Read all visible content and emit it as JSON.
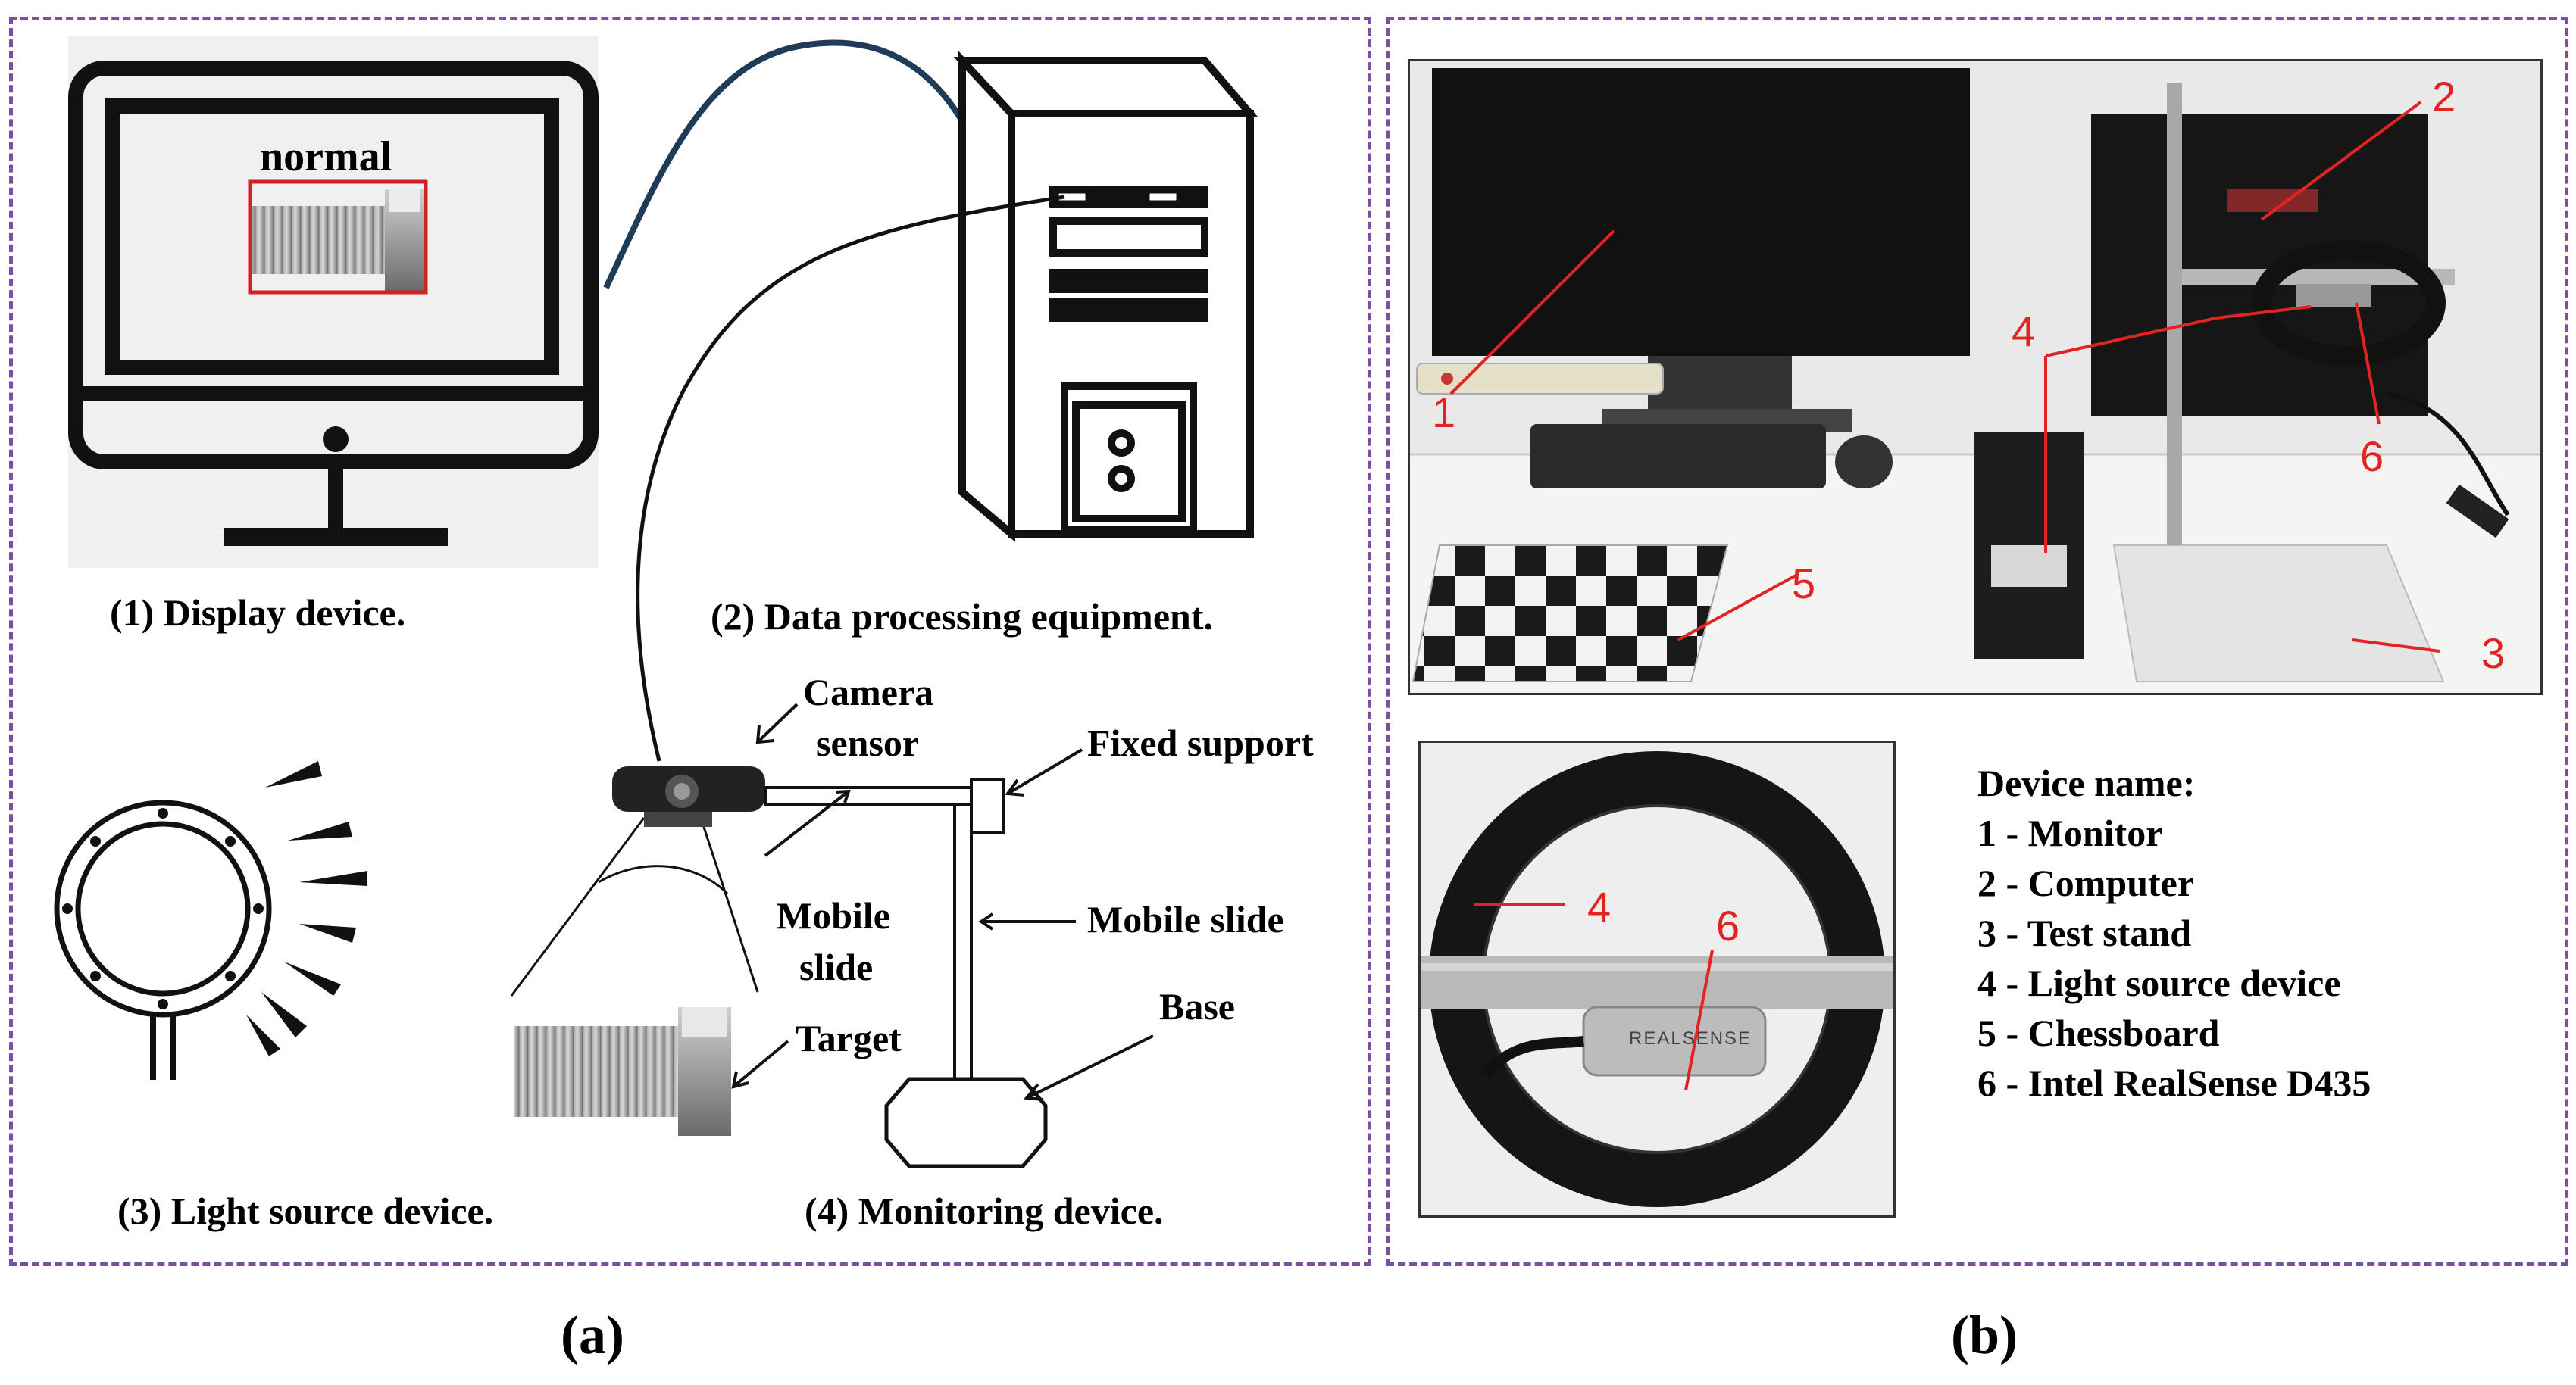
{
  "panel_a": {
    "screen_text": "normal",
    "captions": {
      "display": "(1) Display device.",
      "processing": "(2) Data processing equipment.",
      "light": "(3) Light source device.",
      "monitoring": "(4) Monitoring device."
    },
    "labels": {
      "camera_line1": "Camera",
      "camera_line2": "sensor",
      "fixed_support": "Fixed support",
      "mobile_slide_left_1": "Mobile",
      "mobile_slide_left_2": "slide",
      "mobile_slide_right": "Mobile slide",
      "base": "Base",
      "target": "Target"
    },
    "letter": "(a)"
  },
  "panel_b": {
    "photo_numbers": [
      "1",
      "2",
      "3",
      "4",
      "5",
      "6"
    ],
    "ring_numbers": [
      "4",
      "6"
    ],
    "ring_brand": "REALSENSE",
    "legend_title": "Device name:",
    "legend_items": [
      "1 - Monitor",
      "2 - Computer",
      "3 - Test stand",
      "4 - Light source device",
      "5 - Chessboard",
      "6 - Intel RealSense D435"
    ],
    "letter": "(b)"
  },
  "colors": {
    "frame": "#7d4fa0",
    "annotation_red": "#e32222",
    "bbox_red": "#d42020",
    "cable_blue": "#1f3b57"
  }
}
